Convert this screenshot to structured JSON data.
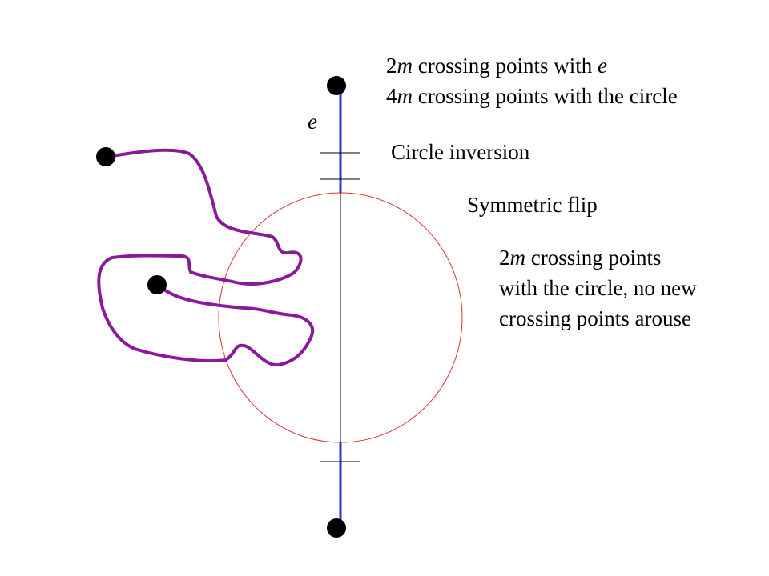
{
  "labels": {
    "edge_var": "e",
    "line1_a": "2",
    "line1_m": "m",
    "line1_b": " crossing points with ",
    "line1_e": "e",
    "line2_a": "4",
    "line2_m": "m",
    "line2_b": " crossing points with the circle",
    "circle_inversion": "Circle inversion",
    "symmetric_flip": "Symmetric flip",
    "result_a": "2",
    "result_m": "m",
    "result_b": " crossing points",
    "result_line2": "with the circle, no new",
    "result_line3": "crossing points arouse"
  },
  "colors": {
    "edge": "#3333cc",
    "path": "#8b1a9b",
    "circle": "#e03030",
    "vertex": "#000000"
  }
}
